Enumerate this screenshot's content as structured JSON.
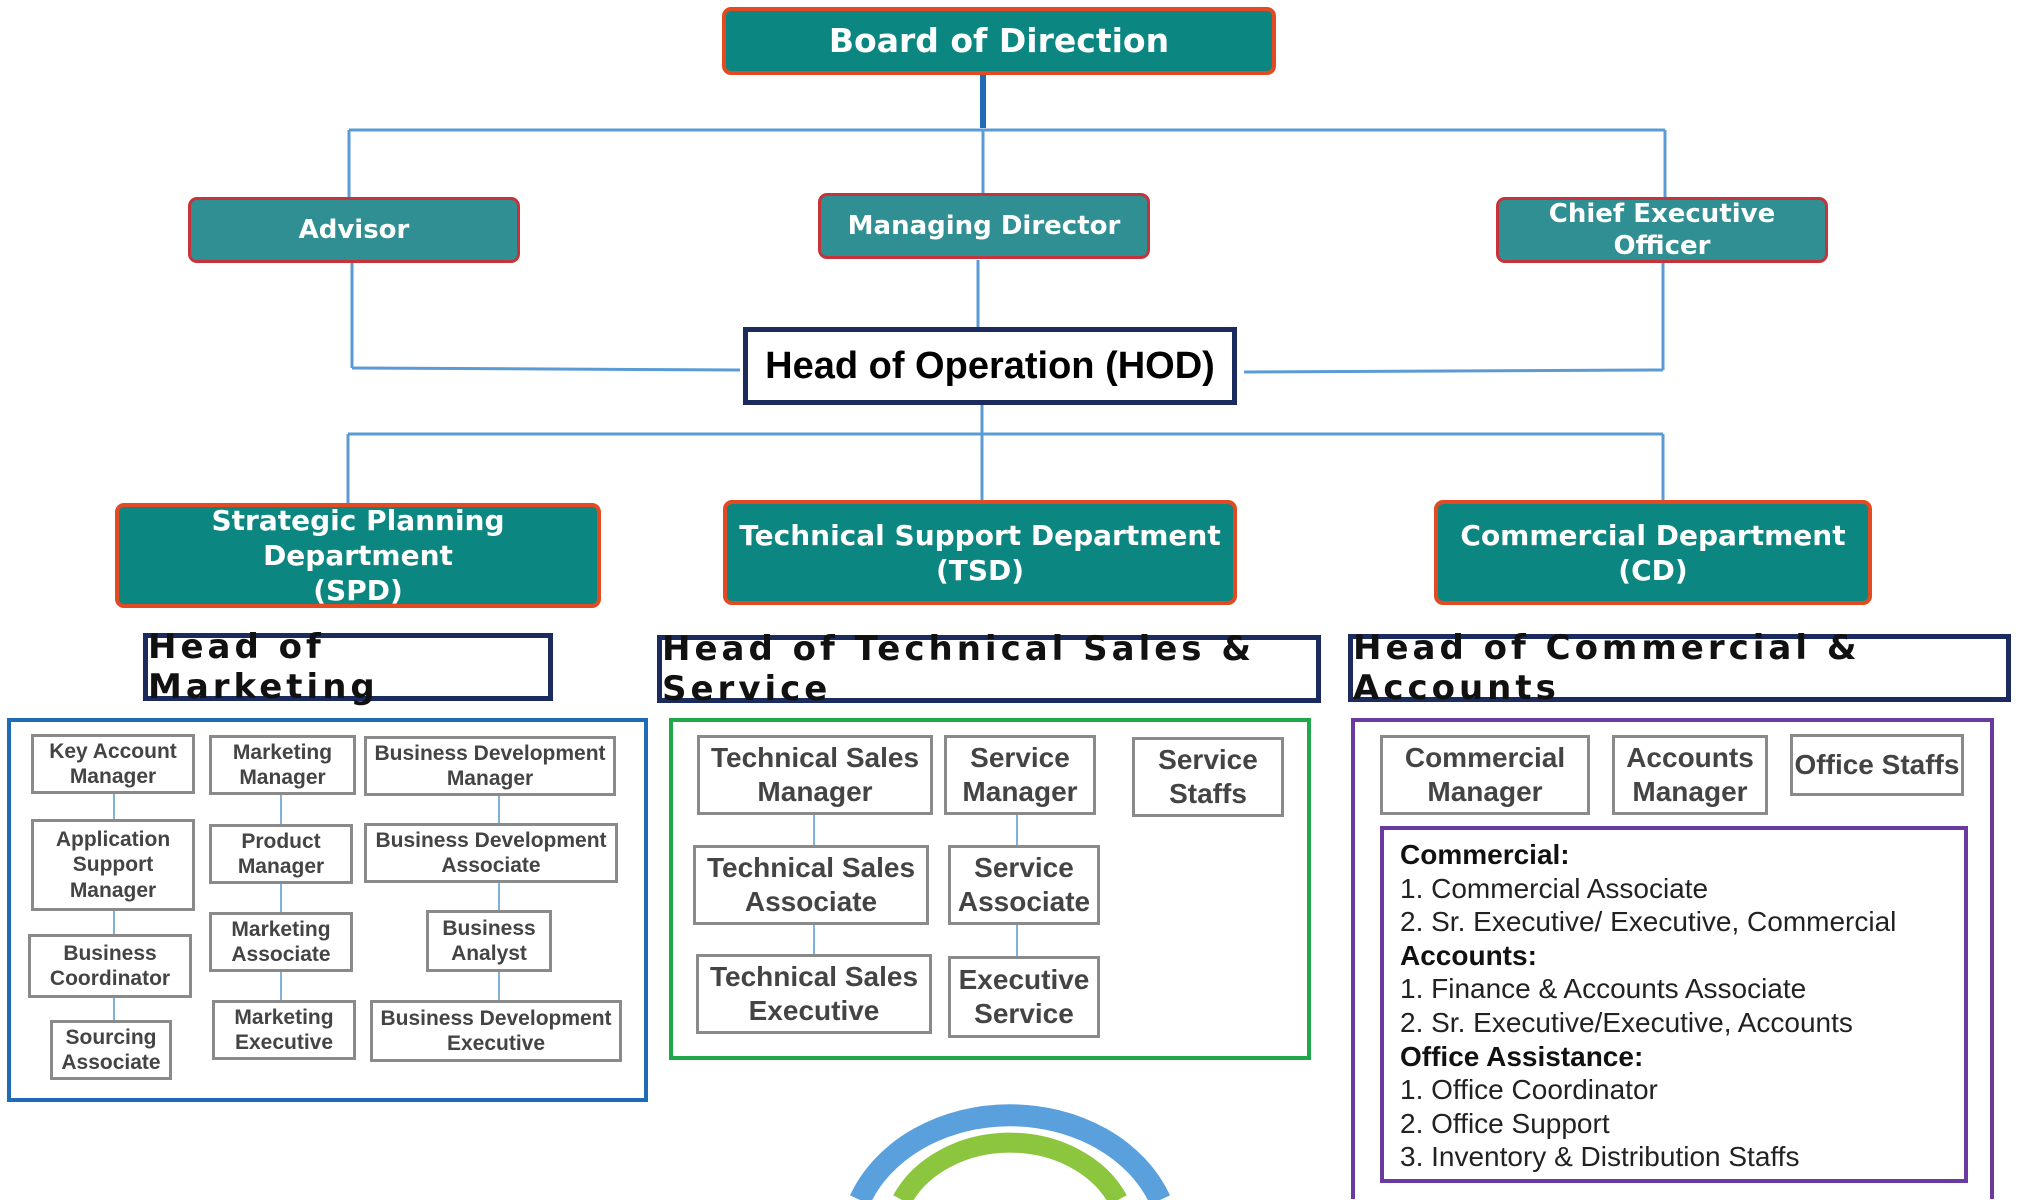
{
  "board": "Board of Direction",
  "advisor": "Advisor",
  "managing_director": "Managing Director",
  "ceo": "Chief Executive Officer",
  "hod": "Head of Operation (HOD)",
  "departments": {
    "spd": {
      "line1": "Strategic Planning Department",
      "line2": "(SPD)"
    },
    "tsd": {
      "line1": "Technical Support Department",
      "line2": "(TSD)"
    },
    "cd": {
      "line1": "Commercial Department",
      "line2": "(CD)"
    }
  },
  "heads": {
    "marketing": "Head of Marketing",
    "technical": "Head of Technical Sales & Service",
    "commercial": "Head of Commercial & Accounts"
  },
  "marketing_roles": {
    "col1": [
      [
        "Key Account",
        "Manager"
      ],
      [
        "Application",
        "Support",
        "Manager"
      ],
      [
        "Business",
        "Coordinator"
      ],
      [
        "Sourcing",
        "Associate"
      ]
    ],
    "col2": [
      [
        "Marketing",
        "Manager"
      ],
      [
        "Product",
        "Manager"
      ],
      [
        "Marketing",
        "Associate"
      ],
      [
        "Marketing",
        "Executive"
      ]
    ],
    "col3": [
      [
        "Business Development",
        "Manager"
      ],
      [
        "Business Development",
        "Associate"
      ],
      [
        "Business",
        "Analyst"
      ],
      [
        "Business Development",
        "Executive"
      ]
    ]
  },
  "technical_roles": {
    "col1": [
      [
        "Technical Sales",
        "Manager"
      ],
      [
        "Technical Sales",
        "Associate"
      ],
      [
        "Technical Sales",
        "Executive"
      ]
    ],
    "col2": [
      [
        "Service",
        "Manager"
      ],
      [
        "Service",
        "Associate"
      ],
      [
        "Executive",
        "Service"
      ]
    ],
    "col3": [
      [
        "Service",
        "Staffs"
      ]
    ]
  },
  "commercial_roles": [
    [
      "Commercial",
      "Manager"
    ],
    [
      "Accounts",
      "Manager"
    ],
    [
      "Office Staffs"
    ]
  ],
  "commercial_list": [
    {
      "heading": "Commercial:",
      "items": [
        "1. Commercial Associate",
        "2. Sr. Executive/ Executive, Commercial"
      ]
    },
    {
      "heading": "Accounts:",
      "items": [
        "1. Finance & Accounts Associate",
        "2. Sr. Executive/Executive, Accounts"
      ]
    },
    {
      "heading": "Office Assistance:",
      "items": [
        "1. Office Coordinator",
        "2. Office Support",
        "3. Inventory & Distribution Staffs"
      ]
    }
  ],
  "colors": {
    "teal": "#0b8680",
    "teal_light": "#2f8f92",
    "orange_border": "#e24b22",
    "red_border": "#c6333a",
    "navy": "#1c2b5e",
    "blue_panel": "#1f6bb5",
    "green_panel": "#21a84a",
    "purple_panel": "#6b3aa0",
    "connector": "#5b9bd5"
  },
  "icons": [
    "logo-arcs"
  ]
}
